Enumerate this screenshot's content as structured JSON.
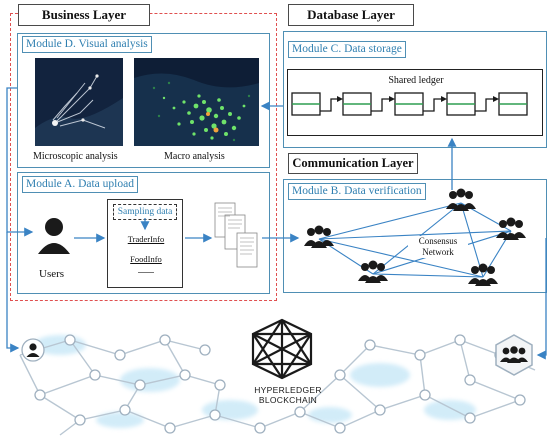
{
  "layers": {
    "business": "Business Layer",
    "database": "Database Layer",
    "communication": "Communication Layer"
  },
  "modules": {
    "d": {
      "title": "Module D. Visual analysis",
      "left_caption": "Microscopic analysis",
      "right_caption": "Macro analysis"
    },
    "a": {
      "title": "Module A. Data upload",
      "sampling": "Sampling data",
      "trader": "TraderInfo",
      "food": "FoodInfo",
      "users": "Users"
    },
    "c": {
      "title": "Module C. Data storage",
      "ledger": "Shared ledger"
    },
    "b": {
      "title": "Module B. Data verification",
      "consensus": "Consensus",
      "network": "Network"
    }
  },
  "blockchain": {
    "label": "HYPERLEDGER BLOCKCHAIN"
  },
  "colors": {
    "accent": "#2f7fb0",
    "arrow": "#3a83c4",
    "dashed": "#e05050",
    "dark": "#1a1a1a"
  },
  "icons": [
    "user-icon",
    "group-icon",
    "document-icon",
    "hyperledger-logo",
    "map-icon"
  ]
}
